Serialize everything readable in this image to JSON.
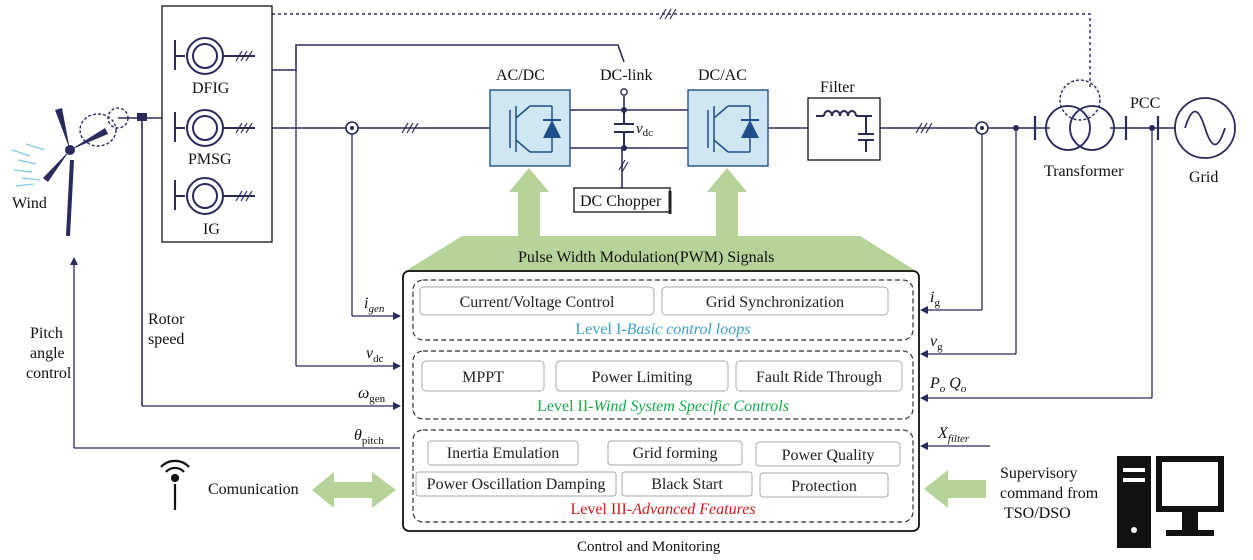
{
  "labels": {
    "wind": "Wind",
    "dfig": "DFIG",
    "pmsg": "PMSG",
    "ig": "IG",
    "acdc": "AC/DC",
    "dclink": "DC-link",
    "dcac": "DC/AC",
    "filter": "Filter",
    "vdc_main": "v",
    "vdc_sub": "dc",
    "dc_chopper": "DC Chopper",
    "transformer": "Transformer",
    "pcc": "PCC",
    "grid": "Grid",
    "pwm": "Pulse Width Modulation(PWM) Signals",
    "pitch_l1": "Pitch",
    "pitch_l2": "angle",
    "pitch_l3": "control",
    "rotor_l1": "Rotor",
    "rotor_l2": "speed",
    "comm": "Comunication",
    "sup_l1": "Supervisory",
    "sup_l2": "command from",
    "sup_l3": "TSO/DSO",
    "ctrl_monitor": "Control and Monitoring"
  },
  "signals": {
    "i_gen_main": "i",
    "i_gen_sub": "gen",
    "v_dc_main": "v",
    "v_dc_sub": "dc",
    "w_gen_main": "ω",
    "w_gen_sub": "gen",
    "theta_main": "θ",
    "theta_sub": "pitch",
    "i_g_main": "i",
    "i_g_sub": "g",
    "v_g_main": "v",
    "v_g_sub": "g",
    "p_main": "P",
    "p_sub": "o",
    "q_main": "Q",
    "q_sub": "o",
    "x_main": "X",
    "x_sub": "filter"
  },
  "levels": {
    "l1": {
      "boxes": [
        "Current/Voltage Control",
        "Grid Synchronization"
      ],
      "title_prefix": "Level I-",
      "title_italic": "Basic control loops",
      "color": "#3aa0c8"
    },
    "l2": {
      "boxes": [
        "MPPT",
        "Power Limiting",
        "Fault Ride Through"
      ],
      "title_prefix": "Level II-",
      "title_italic": "Wind System Specific Controls",
      "color": "#1aa84a"
    },
    "l3": {
      "boxes": [
        "Inertia Emulation",
        "Grid forming",
        "Power Quality",
        "Power Oscillation Damping",
        "Black Start",
        "Protection"
      ],
      "title_prefix": "Level III-",
      "title_italic": "Advanced Features",
      "color": "#d11a1a"
    }
  },
  "colors": {
    "wire": "#2b2a5c",
    "converter_fill": "#cfe6f3",
    "arrow_green": "#b6d39a"
  },
  "icons": [
    "wind-turbine-icon",
    "generator-icon",
    "igbt-icon",
    "inductor-icon",
    "capacitor-icon",
    "transformer-icon",
    "sine-source-icon",
    "antenna-icon",
    "computer-icon"
  ]
}
